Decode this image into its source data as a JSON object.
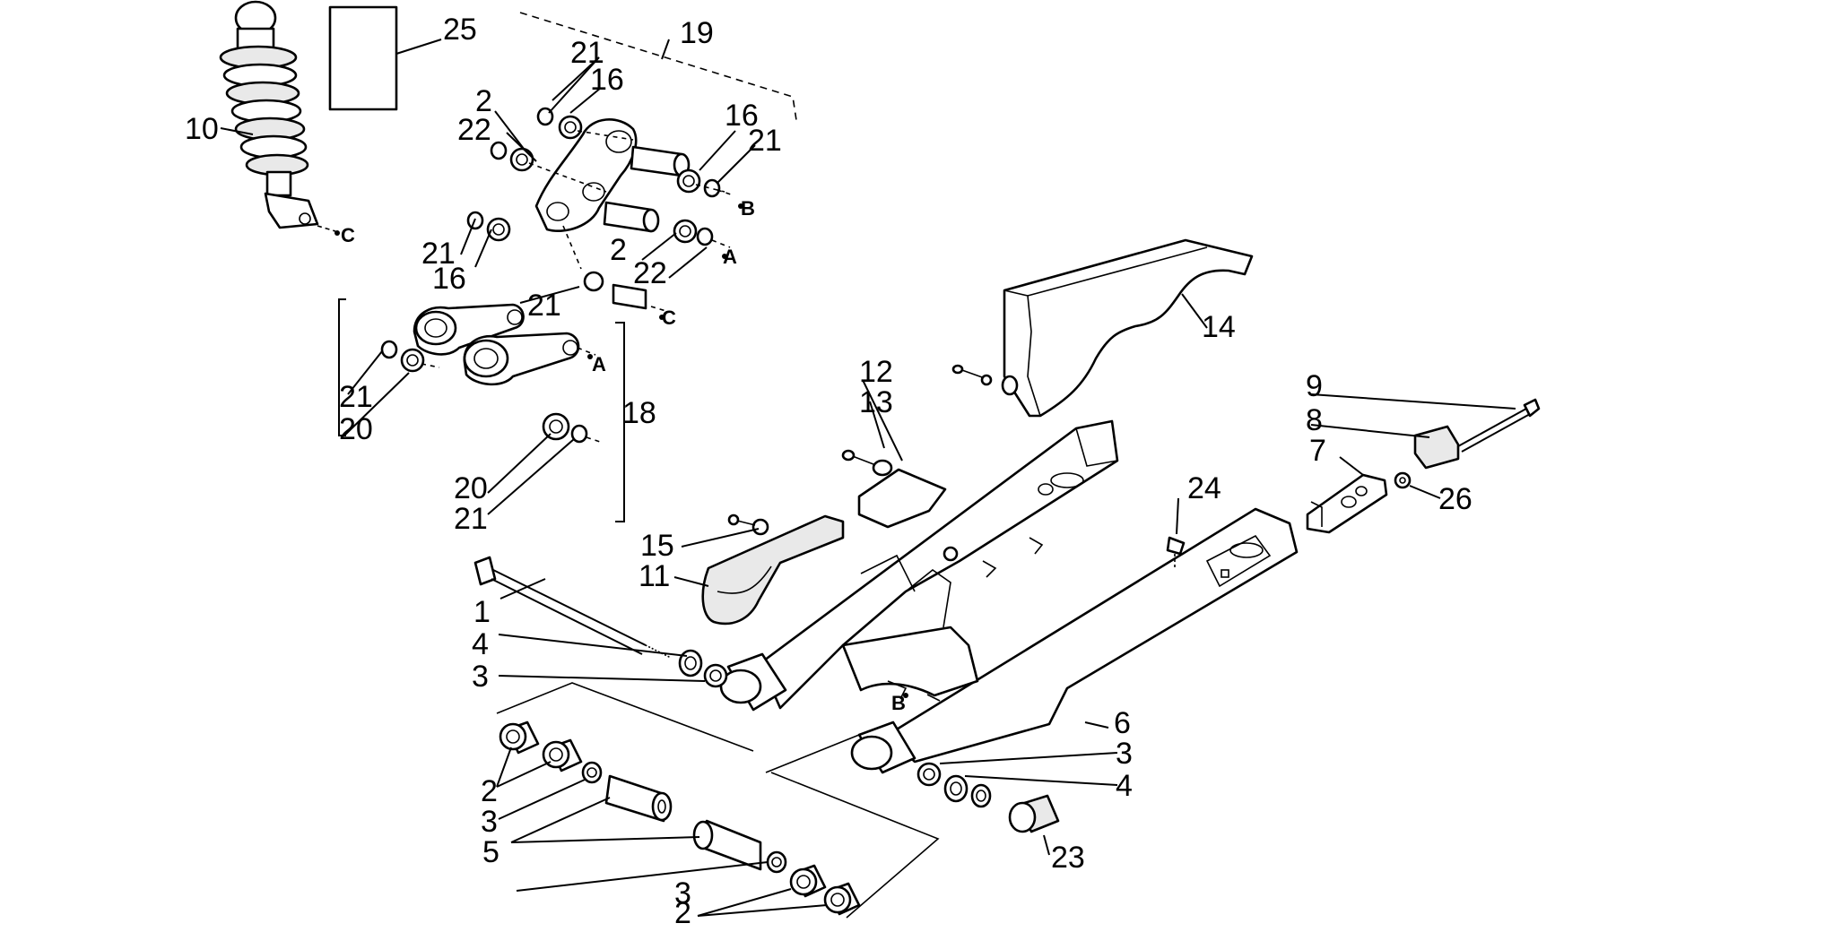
{
  "labels": {
    "l25": "25",
    "l19": "19",
    "l10": "10",
    "l21a": "21",
    "l16a": "16",
    "l2a": "2",
    "l22a": "22",
    "l16b": "16",
    "l21b": "21",
    "lB1": "B",
    "lC1": "C",
    "l21c": "21",
    "l16c": "16",
    "l2b": "2",
    "l22b": "22",
    "lA1": "A",
    "l21d": "21",
    "lC2": "C",
    "lA2": "A",
    "l21e": "21",
    "l20a": "20",
    "l18": "18",
    "l20b": "20",
    "l21f": "21",
    "l14": "14",
    "l12": "12",
    "l13": "13",
    "l9": "9",
    "l8": "8",
    "l7": "7",
    "l26": "26",
    "l24": "24",
    "l15": "15",
    "l11": "11",
    "l1": "1",
    "l4a": "4",
    "l3a": "3",
    "l6": "6",
    "l3b": "3",
    "l4b": "4",
    "lB2": "B",
    "l2c": "2",
    "l3c": "3",
    "l5": "5",
    "l23": "23",
    "l3d": "3",
    "l2d": "2"
  }
}
